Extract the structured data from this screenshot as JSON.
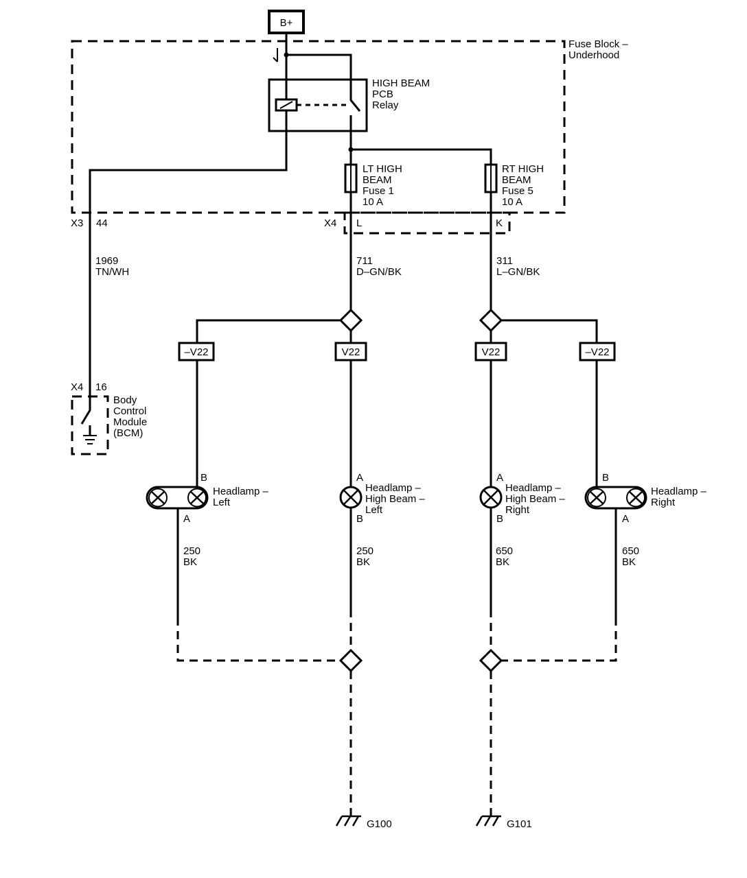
{
  "power": {
    "label": "B+"
  },
  "fuse_block": {
    "line1": "Fuse Block –",
    "line2": "Underhood"
  },
  "relay": {
    "line1": "HIGH BEAM",
    "line2": "PCB",
    "line3": "Relay"
  },
  "fuses": [
    {
      "line1": "LT HIGH",
      "line2": "BEAM",
      "line3": "Fuse 1",
      "line4": "10 A"
    },
    {
      "line1": "RT HIGH",
      "line2": "BEAM",
      "line3": "Fuse 5",
      "line4": "10 A"
    }
  ],
  "connectors": {
    "x3": "X3",
    "x3_pin": "44",
    "x4": "X4",
    "x4_pin_l": "L",
    "x4_pin_k": "K",
    "bcm_conn": "X4",
    "bcm_pin": "16"
  },
  "wires": {
    "w1989": {
      "circuit": "1969",
      "color": "TN/WH"
    },
    "w711": {
      "circuit": "711",
      "color": "D–GN/BK"
    },
    "w311": {
      "circuit": "311",
      "color": "L–GN/BK"
    },
    "w250a": {
      "circuit": "250",
      "color": "BK"
    },
    "w250b": {
      "circuit": "250",
      "color": "BK"
    },
    "w650a": {
      "circuit": "650",
      "color": "BK"
    },
    "w650b": {
      "circuit": "650",
      "color": "BK"
    }
  },
  "options": [
    "–V22",
    "V22",
    "V22",
    "–V22"
  ],
  "bcm": {
    "line1": "Body",
    "line2": "Control",
    "line3": "Module",
    "line4": "(BCM)"
  },
  "lamps": [
    {
      "pin_top": "B",
      "pin_bottom": "A",
      "line1": "Headlamp –",
      "line2": "Left",
      "line3": ""
    },
    {
      "pin_top": "A",
      "pin_bottom": "B",
      "line1": "Headlamp –",
      "line2": "High Beam –",
      "line3": "Left"
    },
    {
      "pin_top": "A",
      "pin_bottom": "B",
      "line1": "Headlamp –",
      "line2": "High Beam –",
      "line3": "Right"
    },
    {
      "pin_top": "B",
      "pin_bottom": "A",
      "line1": "Headlamp –",
      "line2": "Right",
      "line3": ""
    }
  ],
  "grounds": [
    {
      "label": "G100"
    },
    {
      "label": "G101"
    }
  ]
}
